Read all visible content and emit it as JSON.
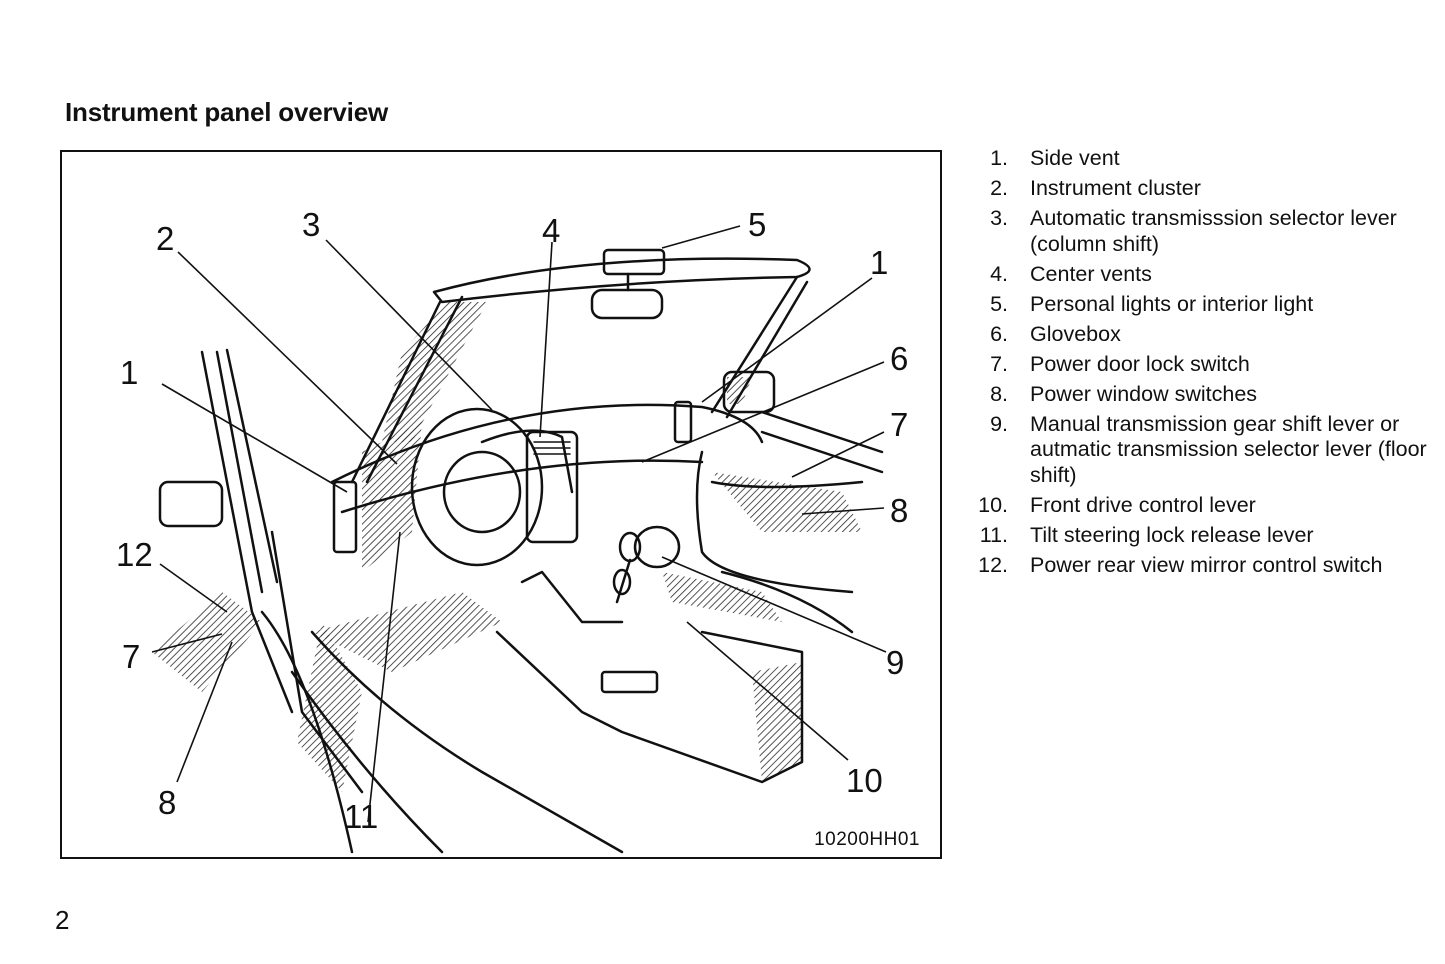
{
  "page": {
    "title": "Instrument panel overview",
    "page_number": "2"
  },
  "figure": {
    "code": "10200HH01",
    "callouts": {
      "c1_left": "1",
      "c2": "2",
      "c3": "3",
      "c4": "4",
      "c5": "5",
      "c1_right": "1",
      "c6": "6",
      "c7_right": "7",
      "c8_right": "8",
      "c12": "12",
      "c7_left": "7",
      "c9": "9",
      "c10": "10",
      "c8_left": "8",
      "c11": "11"
    }
  },
  "legend": [
    {
      "num": "1.",
      "text": "Side vent"
    },
    {
      "num": "2.",
      "text": "Instrument cluster"
    },
    {
      "num": "3.",
      "text": "Automatic transmisssion selector lever (column shift)"
    },
    {
      "num": "4.",
      "text": "Center vents"
    },
    {
      "num": "5.",
      "text": "Personal lights or interior light"
    },
    {
      "num": "6.",
      "text": "Glovebox"
    },
    {
      "num": "7.",
      "text": "Power door lock switch"
    },
    {
      "num": "8.",
      "text": "Power window switches"
    },
    {
      "num": "9.",
      "text": "Manual transmission gear shift lever or autmatic transmission selector lever (floor shift)"
    },
    {
      "num": "10.",
      "text": "Front drive control lever"
    },
    {
      "num": "11.",
      "text": "Tilt steering lock release lever"
    },
    {
      "num": "12.",
      "text": "Power rear view mirror control switch"
    }
  ]
}
